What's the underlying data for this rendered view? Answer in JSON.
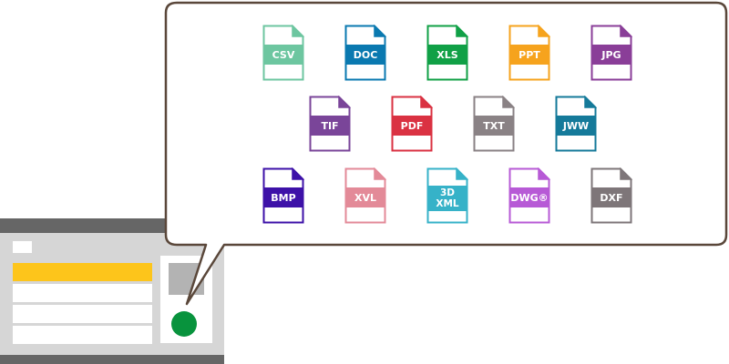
{
  "callout": {
    "border_color": "#5a473a",
    "file_types": [
      {
        "label": "CSV",
        "color": "#6dc6a0",
        "row": 0
      },
      {
        "label": "DOC",
        "color": "#0a79b0",
        "row": 0
      },
      {
        "label": "XLS",
        "color": "#10a046",
        "row": 0
      },
      {
        "label": "PPT",
        "color": "#f6a31d",
        "row": 0
      },
      {
        "label": "JPG",
        "color": "#8a3e98",
        "row": 0
      },
      {
        "label": "TIF",
        "color": "#7a4599",
        "row": 1
      },
      {
        "label": "PDF",
        "color": "#da3242",
        "row": 1
      },
      {
        "label": "TXT",
        "color": "#8a8285",
        "row": 1
      },
      {
        "label": "JWW",
        "color": "#157a9a",
        "row": 1
      },
      {
        "label": "BMP",
        "color": "#3d11a8",
        "row": 2
      },
      {
        "label": "XVL",
        "color": "#e38a98",
        "row": 2
      },
      {
        "label": "3D\nXML",
        "color": "#36b2c8",
        "row": 2
      },
      {
        "label": "DWG®",
        "color": "#b75ad6",
        "row": 2
      },
      {
        "label": "DXF",
        "color": "#7e7679",
        "row": 2
      }
    ]
  },
  "app_window": {
    "titlebar_color": "#666666",
    "background_color": "#d6d6d6",
    "selected_row_color": "#fdc51b",
    "button_color": "#08933d",
    "rows": [
      "selected",
      "normal",
      "normal",
      "normal"
    ]
  }
}
